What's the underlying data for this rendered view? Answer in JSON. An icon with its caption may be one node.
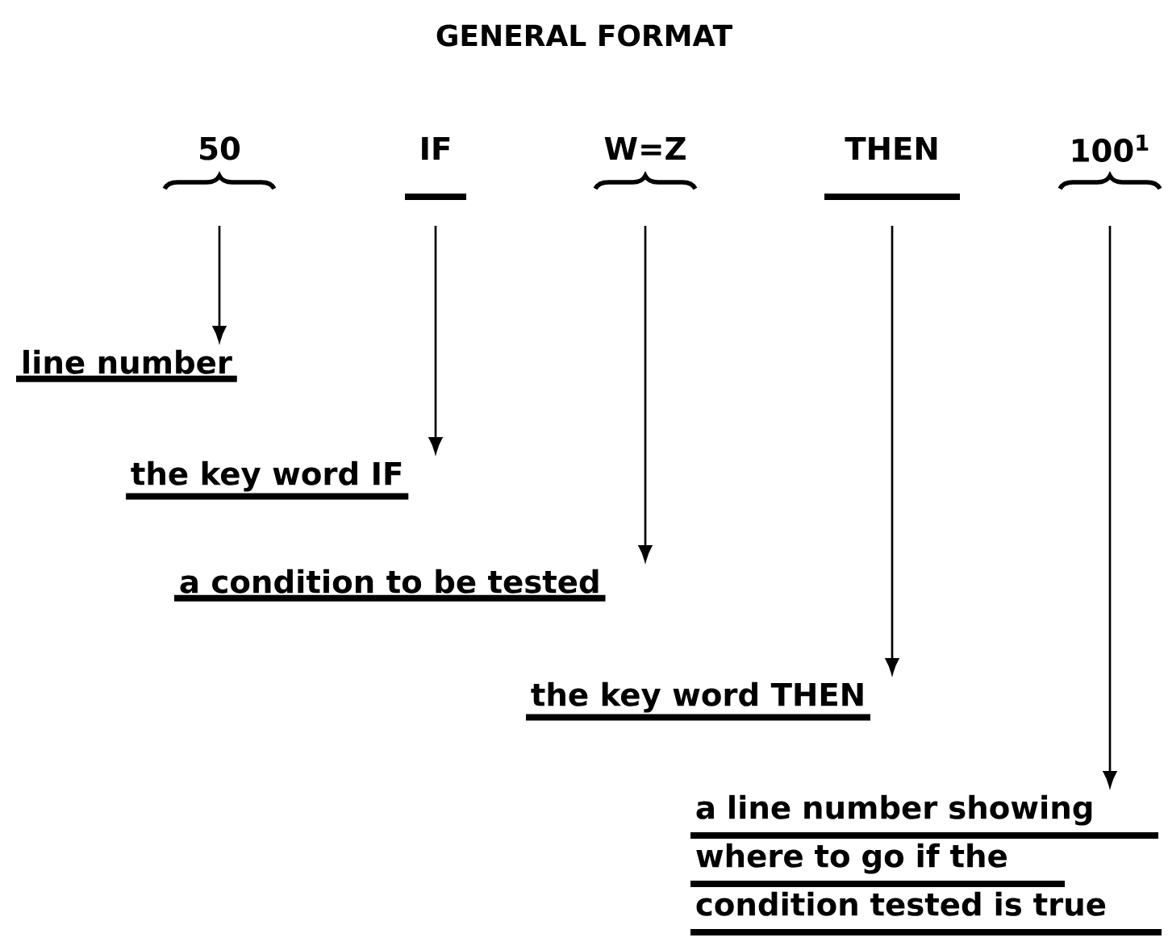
{
  "diagram": {
    "title": "GENERAL FORMAT",
    "nodes": [
      {
        "text": [
          "50"
        ]
      },
      {
        "text": [
          "IF"
        ]
      },
      {
        "text": [
          "W=Z"
        ]
      },
      {
        "text": [
          "THEN"
        ]
      },
      {
        "text": [
          "100$^{1}$"
        ]
      },
      {
        "text": [
          "line number"
        ]
      },
      {
        "text": [
          "the key word IF"
        ]
      },
      {
        "text": [
          "a condition to be tested"
        ]
      },
      {
        "text": [
          "the key word THEN"
        ]
      },
      {
        "text": [
          "a line number showing where to go if the condition tested is true"
        ]
      }
    ],
    "edges": [
      {
        "from": 0,
        "to": 5,
        "arrow": "to"
      },
      {
        "from": 1,
        "to": 6,
        "arrow": "to"
      },
      {
        "from": 2,
        "to": 7,
        "arrow": "to"
      },
      {
        "from": 3,
        "to": 8,
        "arrow": "to"
      },
      {
        "from": 4,
        "to": 9,
        "arrow": "to"
      }
    ]
  }
}
